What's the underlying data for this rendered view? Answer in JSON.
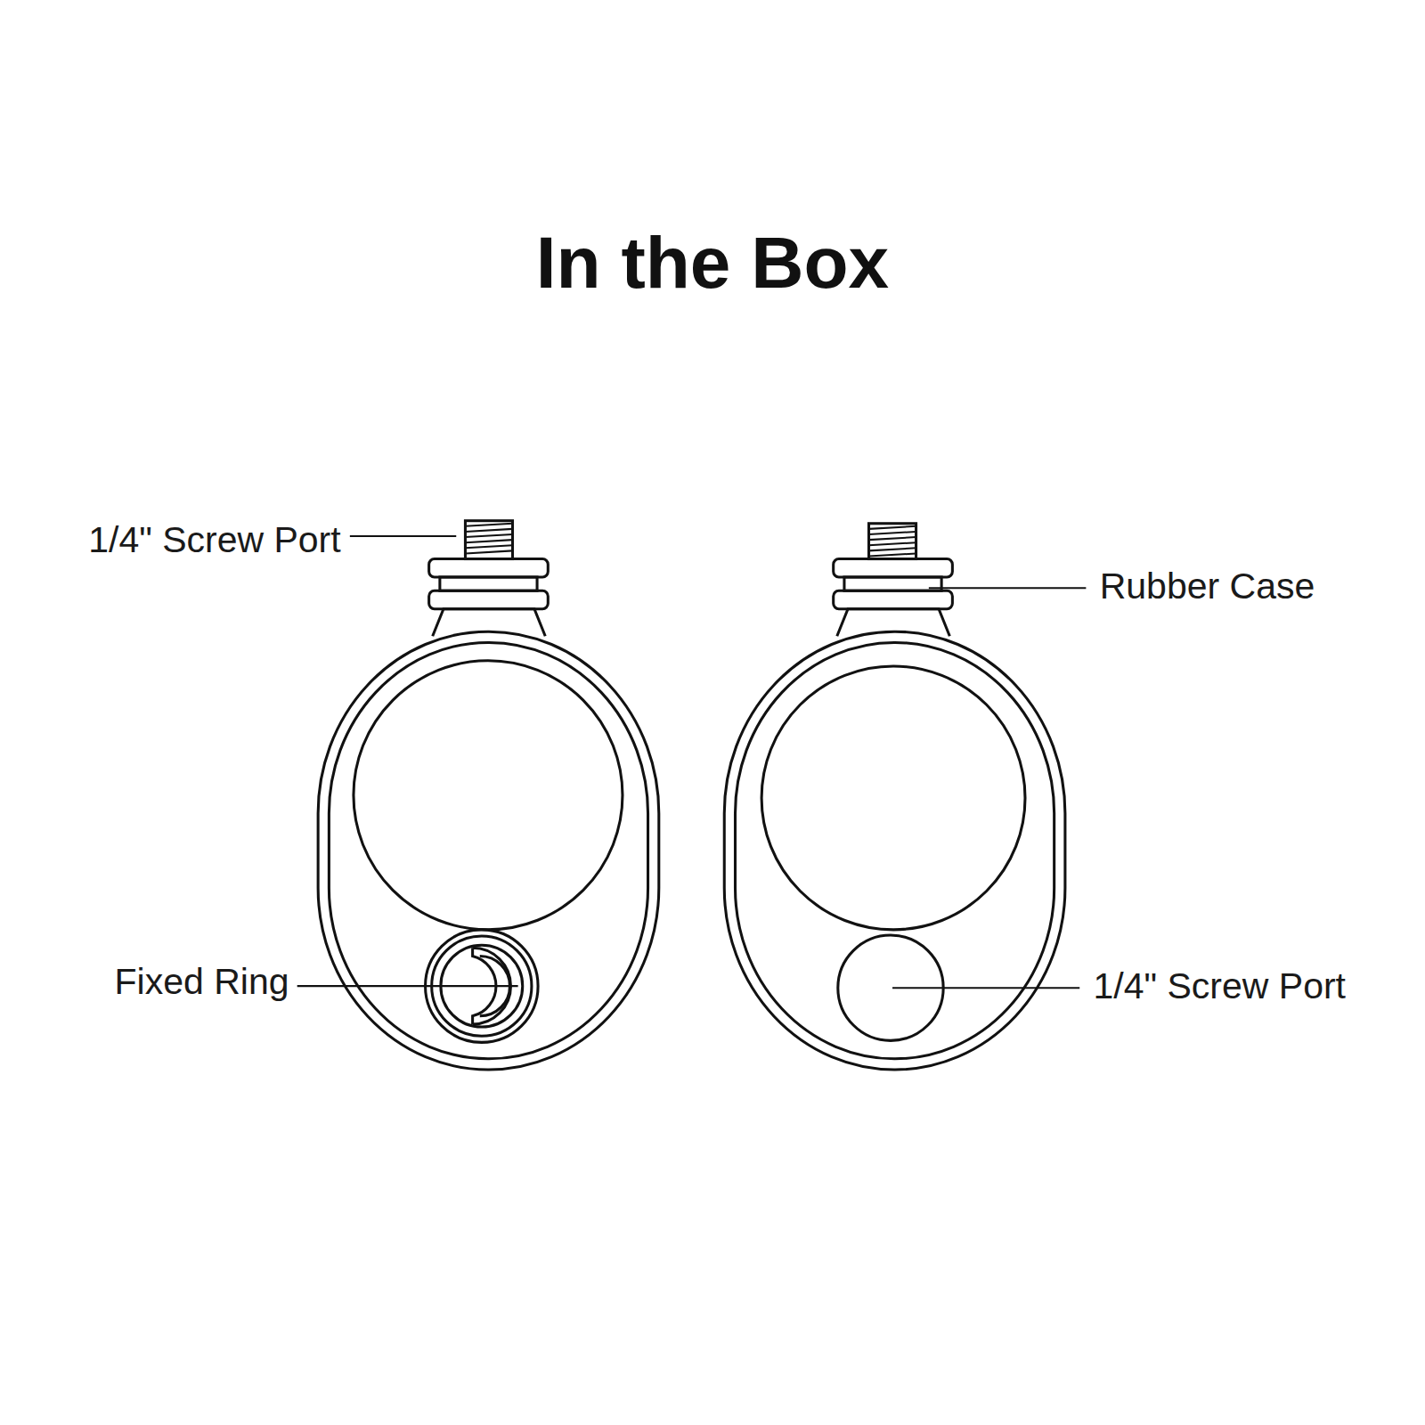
{
  "diagram": {
    "title": "In the Box",
    "labels": [
      "1/4\" Screw Port",
      "Rubber Case",
      "Fixed Ring",
      "1/4\" Screw Port"
    ]
  }
}
